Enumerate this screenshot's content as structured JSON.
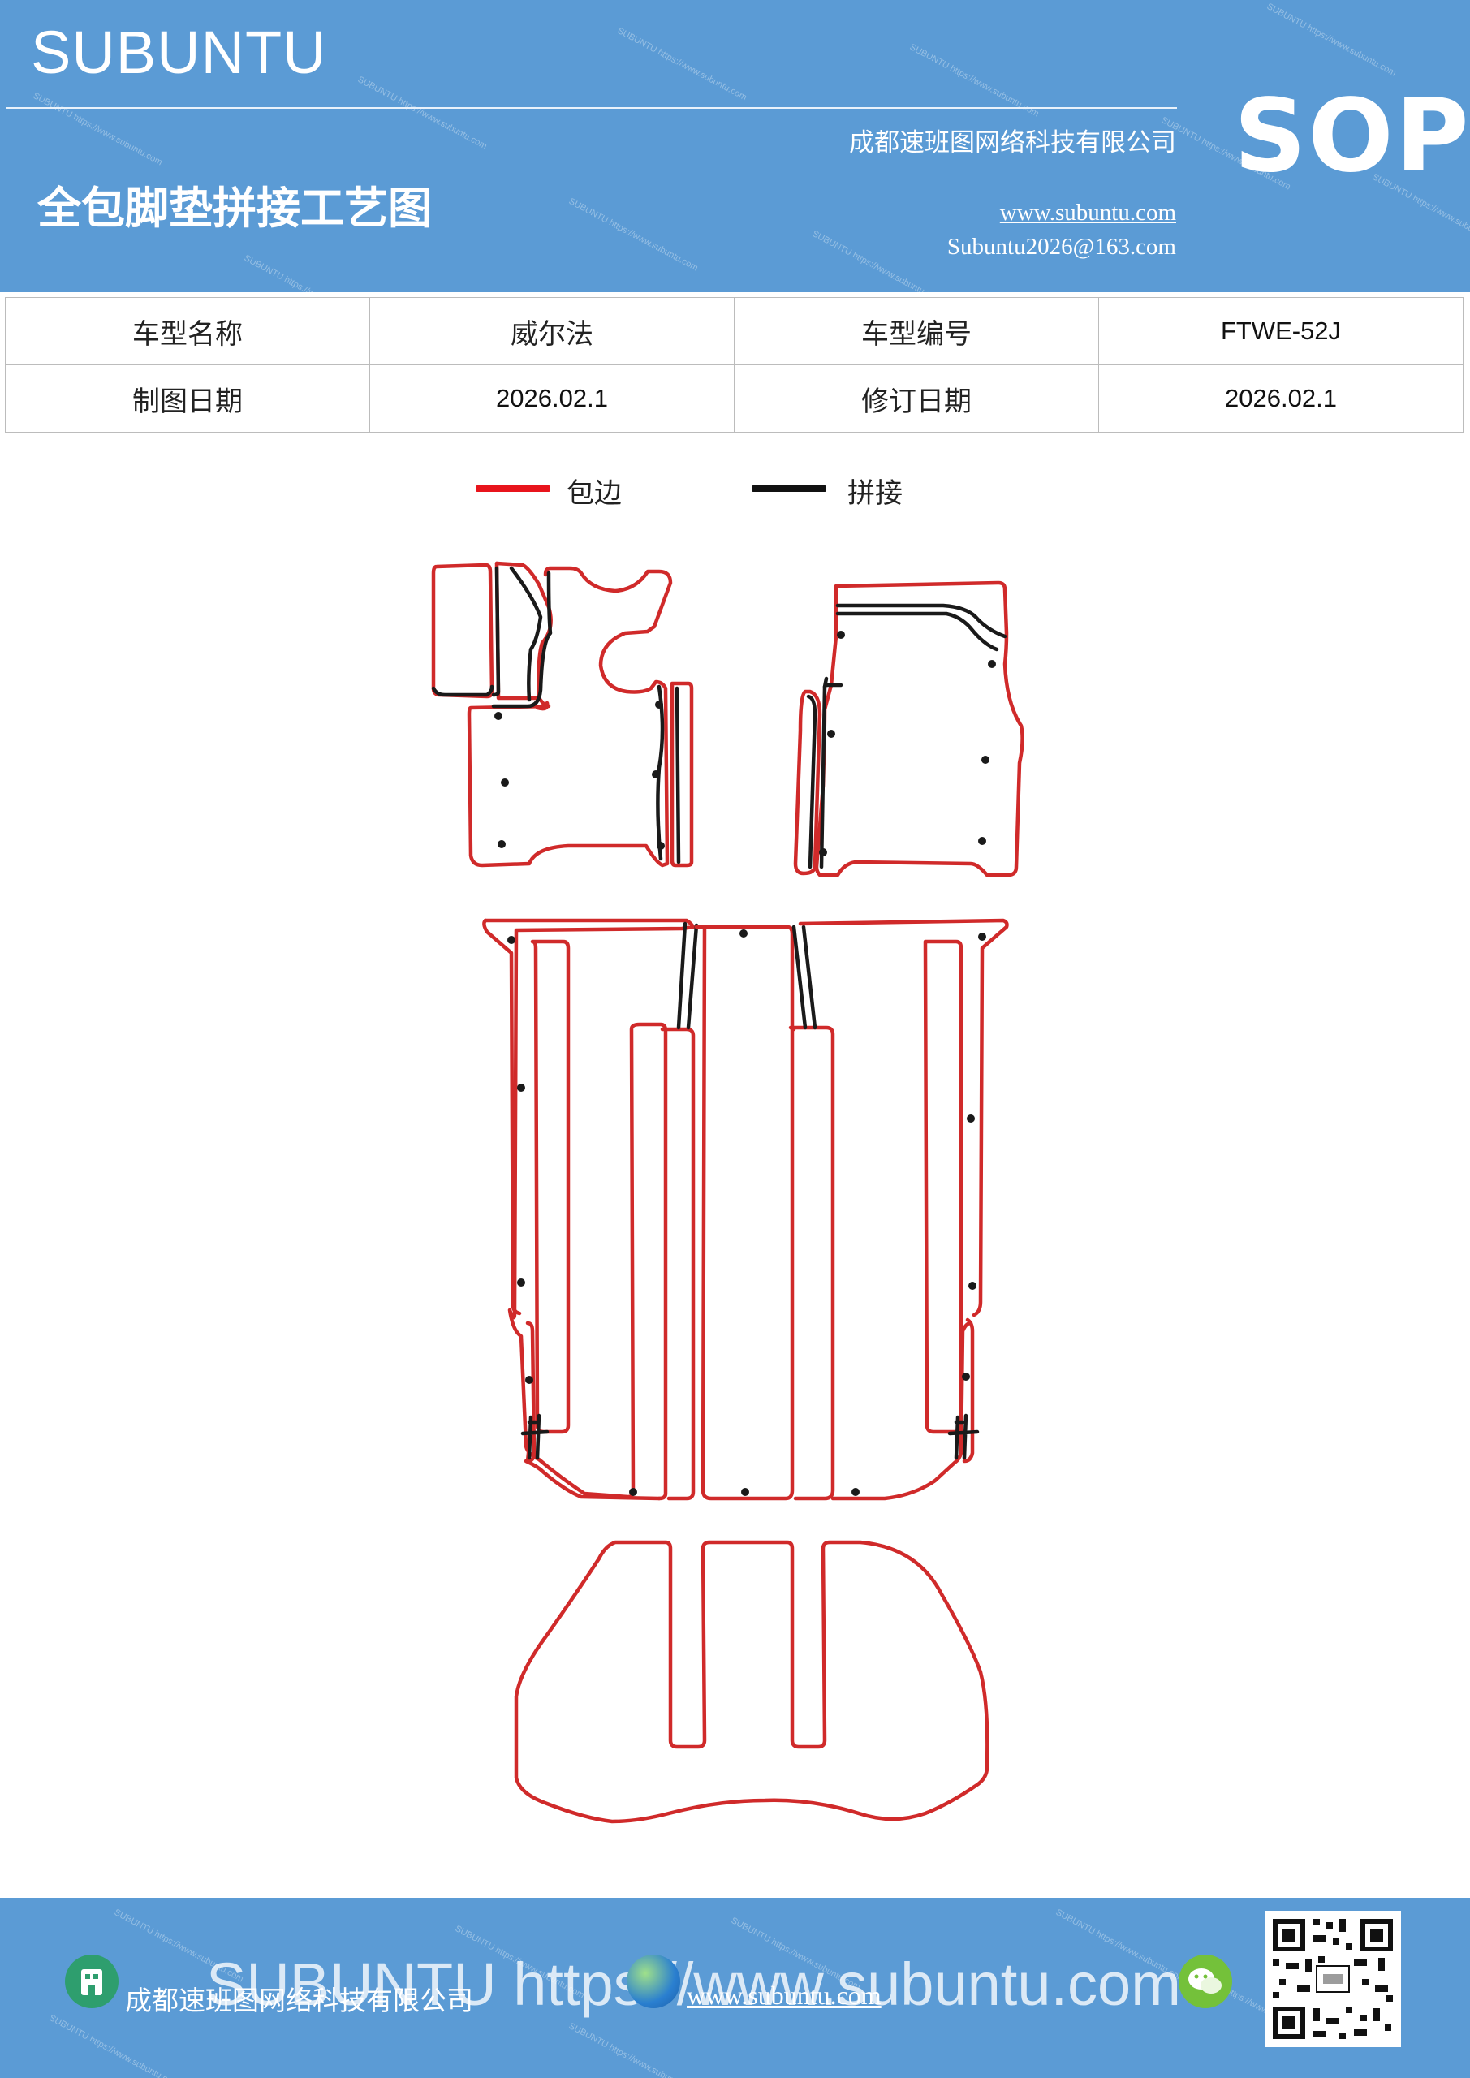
{
  "header": {
    "brand": "SUBUNTU",
    "company": "成都速班图网络科技有限公司",
    "title": "全包脚垫拼接工艺图",
    "website": "www.subuntu.com",
    "email": "Subuntu2026@163.com",
    "sop": "SOP"
  },
  "info_table": {
    "row1": {
      "label1": "车型名称",
      "value1": "威尔法",
      "label2": "车型编号",
      "value2": "FTWE-52J"
    },
    "row2": {
      "label1": "制图日期",
      "value1": "2026.02.1",
      "label2": "修订日期",
      "value2": "2026.02.1"
    }
  },
  "legend": [
    {
      "label": "包边",
      "color": "#e8141c"
    },
    {
      "label": "拼接",
      "color": "#111111"
    }
  ],
  "colors": {
    "header_bg": "#5b9bd5",
    "cut_line": "#d02a2a",
    "join_line": "#1a1a1a"
  },
  "footer": {
    "company": "成都速班图网络科技有限公司",
    "website": "www.subuntu.com",
    "watermark": "SUBUNTU https://www.subuntu.com",
    "icons": [
      "building-icon",
      "globe-icon",
      "wechat-icon",
      "qr-code"
    ]
  }
}
